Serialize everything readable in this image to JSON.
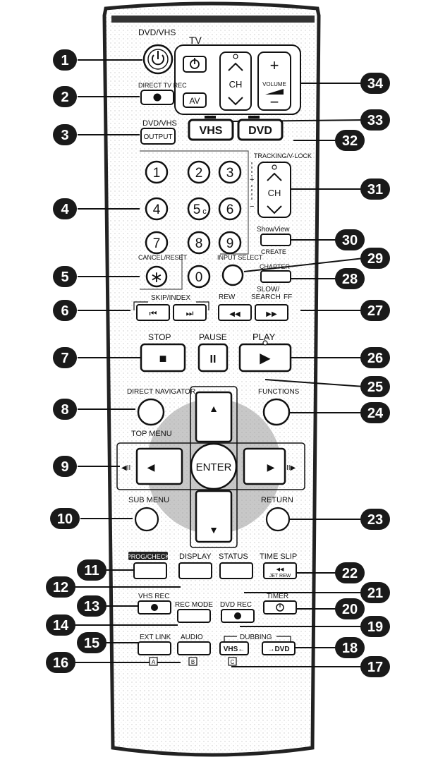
{
  "colors": {
    "ink": "#111111",
    "badge": "#1a1a1a",
    "badge_text": "#ffffff",
    "remote_edge": "#222222",
    "paper": "#ffffff",
    "speckle": "#bdbdbd"
  },
  "labels": {
    "dvd_vhs_top": "DVD/VHS",
    "tv": "TV",
    "ch": "CH",
    "volume": "VOLUME",
    "av": "AV",
    "direct_tv_rec": "DIRECT TV REC",
    "dvd_vhs_output_top": "DVD/VHS",
    "output": "OUTPUT",
    "vhs": "VHS",
    "dvd": "DVD",
    "tracking": "TRACKING/V-LOCK",
    "ch2": "CH",
    "showview": "ShowView",
    "create": "CREATE",
    "chapter": "CHAPTER",
    "input_select": "INPUT SELECT",
    "cancel_reset": "CANCEL/RESET",
    "skip_index": "SKIP/INDEX",
    "slow_search": "SLOW/",
    "search": "SEARCH",
    "rew": "REW",
    "ff": "FF",
    "stop": "STOP",
    "pause": "PAUSE",
    "play": "PLAY",
    "direct_navigator": "DIRECT NAVIGATOR",
    "functions": "FUNCTIONS",
    "top_menu": "TOP MENU",
    "enter": "ENTER",
    "sub_menu": "SUB MENU",
    "return": "RETURN",
    "prog_check": "PROG/CHECK",
    "display": "DISPLAY",
    "status": "STATUS",
    "time_slip": "TIME SLIP",
    "jet_rew": "JET REW",
    "vhs_rec": "VHS REC",
    "rec_mode": "REC MODE",
    "dvd_rec": "DVD REC",
    "timer": "TIMER",
    "ext_link": "EXT LINK",
    "audio": "AUDIO",
    "dubbing": "DUBBING",
    "vhs_dub": "VHS←",
    "dvd_dub": "→DVD",
    "a": "A",
    "b": "B",
    "c": "C"
  },
  "digits": [
    "1",
    "2",
    "3",
    "4",
    "5",
    "6",
    "7",
    "8",
    "9",
    "0"
  ],
  "digit5_suffix": "c",
  "callouts": [
    "1",
    "2",
    "3",
    "4",
    "5",
    "6",
    "7",
    "8",
    "9",
    "10",
    "11",
    "12",
    "13",
    "14",
    "15",
    "16",
    "17",
    "18",
    "19",
    "20",
    "21",
    "22",
    "23",
    "24",
    "25",
    "26",
    "27",
    "28",
    "29",
    "30",
    "31",
    "32",
    "33",
    "34"
  ],
  "icons": {
    "power": "power-icon",
    "asterisk": "∗",
    "plus": "+",
    "minus": "−",
    "stop": "■",
    "pause": "II",
    "play": "▶",
    "up": "▲",
    "down": "▼",
    "left": "◀",
    "right": "▶",
    "skip_back": "⏮",
    "skip_fwd": "⏭",
    "rew": "◀◀",
    "ff": "▶▶",
    "slow_left": "◀II",
    "slow_right": "II▶",
    "clock": "◷",
    "dot": "●"
  }
}
